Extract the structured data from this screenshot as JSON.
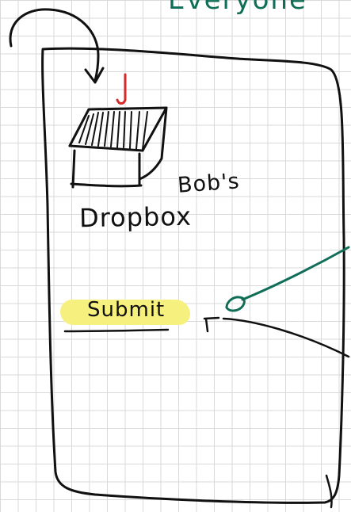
{
  "sketch": {
    "top_partial_text": "Everyone",
    "dropbox_owner": "Bob's",
    "dropbox_title": "Dropbox",
    "submit_label": "Submit"
  },
  "colors": {
    "ink": "#111111",
    "red_arrow": "#d42a2a",
    "green": "#0f6e55",
    "highlight": "#f6f17e",
    "grid": "#d9d9d9"
  },
  "icons": [
    "curved-arrow-icon",
    "red-arrow-icon",
    "dropbox-box-icon",
    "green-connector-icon"
  ]
}
